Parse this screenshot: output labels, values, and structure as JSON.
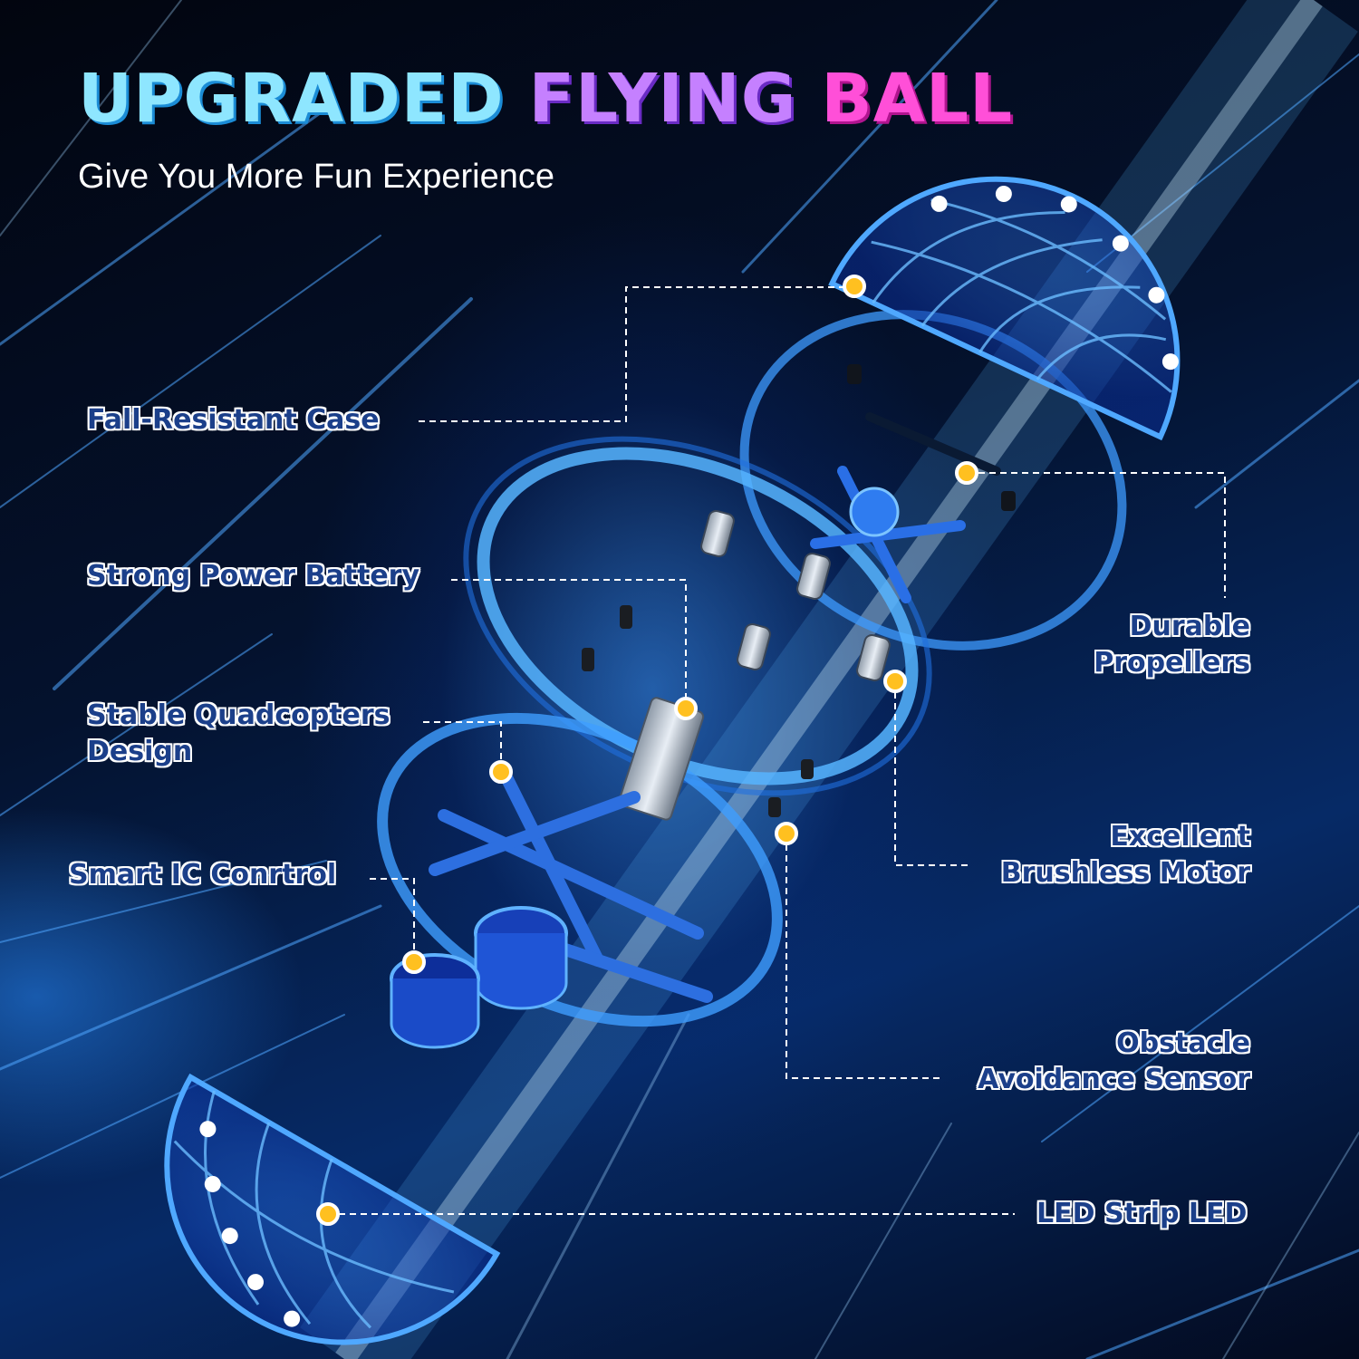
{
  "title": {
    "word1": "UPGRADED",
    "word2": "FLYING",
    "word3": "BALL"
  },
  "subtitle": "Give You More Fun Experience",
  "callouts": {
    "case": "Fall-Resistant Case",
    "battery": "Strong Power Battery",
    "quad_line1": "Stable Quadcopters",
    "quad_line2": "Design",
    "ic": "Smart IC Conrtrol",
    "propellers_line1": "Durable",
    "propellers_line2": "Propellers",
    "motor_line1": "Excellent",
    "motor_line2": "Brushless Motor",
    "sensor_line1": "Obstacle",
    "sensor_line2": "Avoidance Sensor",
    "led": "LED Strip LED"
  },
  "colors": {
    "marker": "#ffc020",
    "label_text": "#1b3f8a",
    "glow": "#4aa8ff"
  }
}
